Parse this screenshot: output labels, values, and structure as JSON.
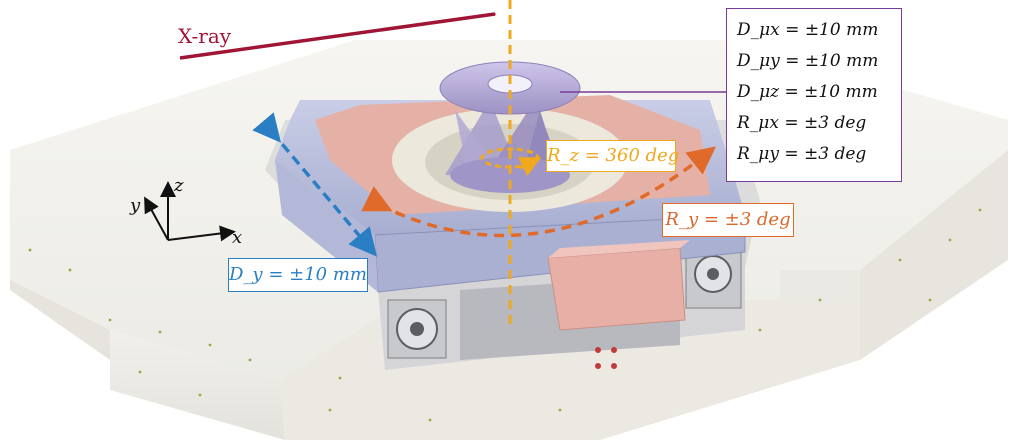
{
  "xray_label": "X-ray",
  "axes": {
    "x": "x",
    "y": "y",
    "z": "z"
  },
  "rz_label": "R_z = 360 deg",
  "ry_label": "R_y = ±3 deg",
  "dy_label": "D_y = ±10 mm",
  "micro_dof": [
    "D_μx = ±10 mm",
    "D_μy = ±10 mm",
    "D_μz = ±10 mm",
    "R_μx = ±3 deg",
    "R_μy = ±3 deg"
  ],
  "colors": {
    "xray": "#a01535",
    "rz": "#f0a81e",
    "ry": "#e06a2a",
    "dy": "#2a7fc4",
    "micro": "#7a3a9a",
    "frame": "#b9bfdc",
    "stage_pink": "#e8b2a8",
    "granite": "#f4f2ec"
  }
}
